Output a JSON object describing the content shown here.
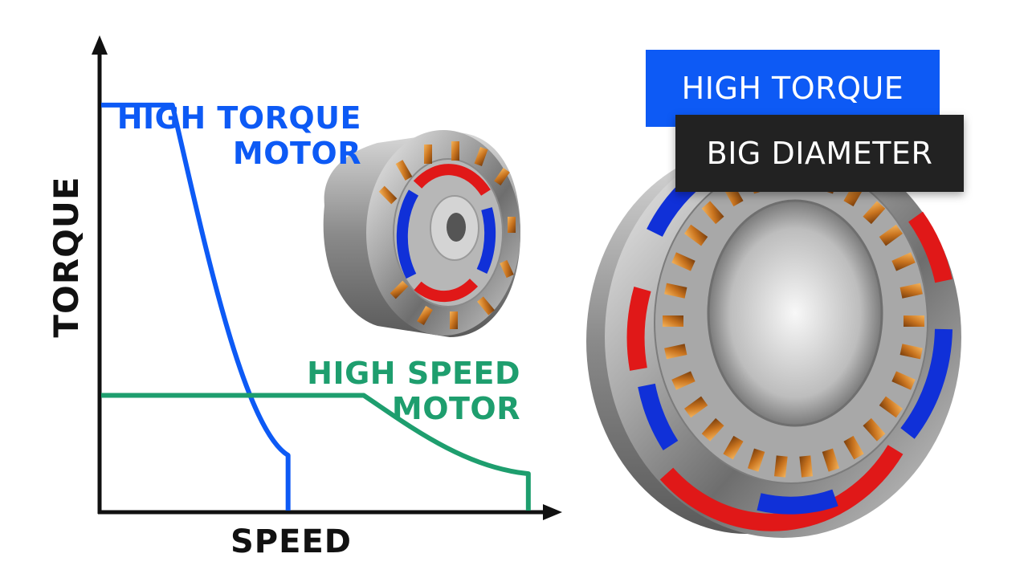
{
  "colors": {
    "torque_series": "#0d5af5",
    "speed_series": "#1e9e6e",
    "axis": "#111111",
    "tag_torque_bg": "#0d5af5",
    "tag_diameter_bg": "#222222",
    "magnet_red": "#e01818",
    "magnet_blue": "#1030d8",
    "copper": "#c9741f"
  },
  "axes": {
    "y_title": "TORQUE",
    "x_title": "SPEED"
  },
  "series": {
    "torque_label": "HIGH TORQUE MOTOR",
    "speed_label": "HIGH SPEED MOTOR"
  },
  "tags": {
    "high_torque": "HIGH TORQUE",
    "big_diameter": "BIG DIAMETER"
  },
  "icons": {
    "small_motor": "small-motor-illustration",
    "big_motor": "big-motor-illustration"
  },
  "chart_data": {
    "type": "line",
    "xlabel": "SPEED",
    "ylabel": "TORQUE",
    "x_scale": "qualitative",
    "y_scale": "qualitative",
    "grid": false,
    "series": [
      {
        "name": "HIGH TORQUE MOTOR",
        "points": [
          [
            0,
            0.88
          ],
          [
            0.16,
            0.88
          ],
          [
            0.42,
            0.12
          ],
          [
            0.42,
            0.0
          ]
        ]
      },
      {
        "name": "HIGH SPEED MOTOR",
        "points": [
          [
            0,
            0.25
          ],
          [
            0.59,
            0.25
          ],
          [
            0.96,
            0.08
          ],
          [
            0.96,
            0.0
          ]
        ]
      }
    ]
  }
}
